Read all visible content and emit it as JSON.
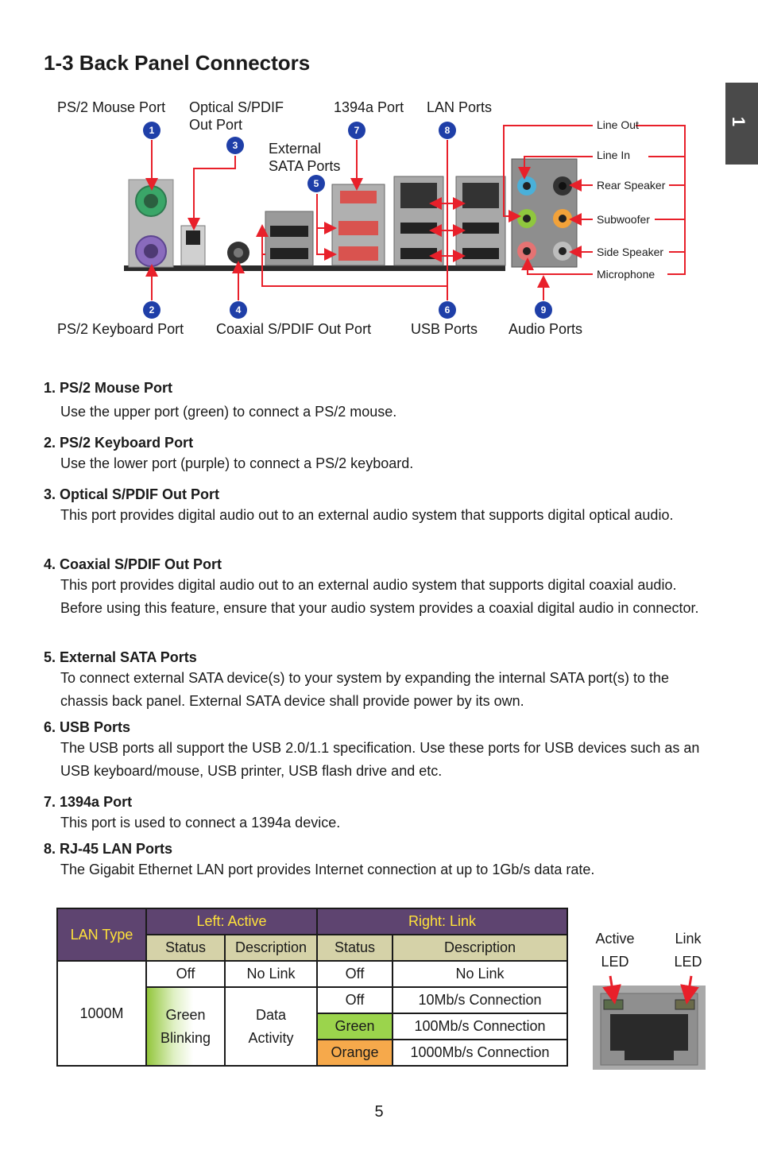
{
  "title": "1-3 Back Panel Connectors",
  "chapter_tab": "1",
  "diagram": {
    "labels": {
      "ps2_mouse": "PS/2  Mouse Port",
      "optical_spdif": "Optical S/PDIF Out Port",
      "external_sata": "External SATA Ports",
      "port_1394a": "1394a Port",
      "lan_ports": "LAN Ports",
      "ps2_keyboard": "PS/2 Keyboard Port",
      "coaxial_spdif": "Coaxial S/PDIF Out Port",
      "usb_ports": "USB Ports",
      "audio_ports": "Audio Ports"
    },
    "audio_labels": [
      "Line Out",
      "Line In",
      "Rear Speaker",
      "Subwoofer",
      "Side Speaker",
      "Microphone"
    ],
    "badges": [
      "1",
      "2",
      "3",
      "4",
      "5",
      "6",
      "7",
      "8",
      "9"
    ]
  },
  "sections": [
    {
      "heading": "1. PS/2 Mouse Port",
      "text": "Use the upper port (green) to connect a PS/2 mouse."
    },
    {
      "heading": "2. PS/2 Keyboard Port",
      "text": "Use the lower port (purple) to connect a PS/2 keyboard."
    },
    {
      "heading": "3. Optical S/PDIF Out Port",
      "text": "This port provides digital audio out to an external audio system that supports digital optical audio."
    },
    {
      "heading": "4. Coaxial S/PDIF Out Port",
      "text": "This port provides digital audio out to an external audio system that supports digital coaxial audio. Before using this feature, ensure that your audio system provides a coaxial digital audio in connector."
    },
    {
      "heading": "5. External SATA Ports",
      "text": "To connect external SATA device(s) to your system by expanding the internal SATA port(s) to the chassis back panel. External SATA device shall provide power by its own."
    },
    {
      "heading": "6. USB Ports",
      "text": "The USB ports all support the USB 2.0/1.1 specification. Use these ports for USB devices such as an USB keyboard/mouse, USB printer, USB flash drive and etc."
    },
    {
      "heading": "7. 1394a Port",
      "text": "This port is used to connect a 1394a device."
    },
    {
      "heading": "8. RJ-45 LAN Ports",
      "text": "The Gigabit Ethernet LAN port provides Internet connection at up to 1Gb/s data rate."
    }
  ],
  "lan_table": {
    "lan_type": "LAN Type",
    "left_active": "Left: Active",
    "right_link": "Right: Link",
    "status": "Status",
    "description": "Description",
    "speed": "1000M",
    "r1": {
      "ls": "Off",
      "ld": "No Link",
      "rs": "Off",
      "rd": "No Link"
    },
    "left_status_2": "Green Blinking",
    "left_desc_2": "Data Activity",
    "r2": {
      "rs": "Off",
      "rd": "10Mb/s Connection"
    },
    "r3": {
      "rs": "Green",
      "rd": "100Mb/s Connection"
    },
    "r4": {
      "rs": "Orange",
      "rd": "1000Mb/s Connection"
    }
  },
  "led_labels": {
    "active": "Active LED",
    "link": "Link LED"
  },
  "page_number": "5"
}
